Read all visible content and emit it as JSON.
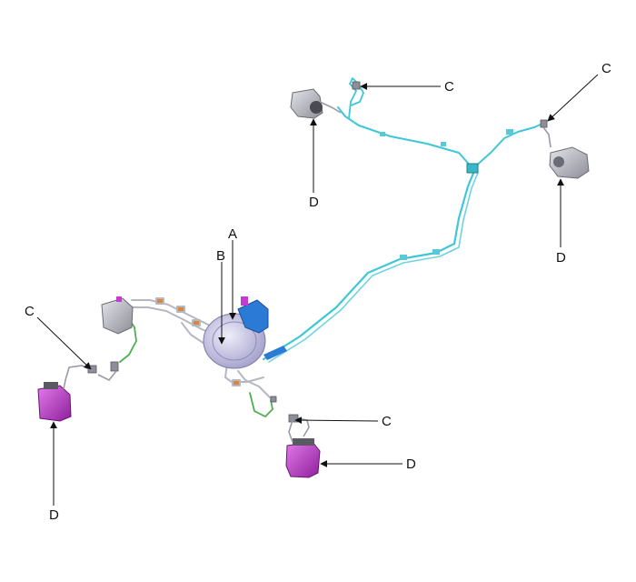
{
  "labels": {
    "A": "A",
    "B": "B",
    "C": "C",
    "D": "D"
  },
  "colors": {
    "brake_line_rear": "#3ec7d6",
    "brake_line_front": "#7fd6e0",
    "flex_hose": "#4caf50",
    "caliper_highlight": "#c43ad4",
    "caliper_gray": "#b9b9c2",
    "booster": "#c9c6e6",
    "master_cylinder_bracket": "#2b7bd6",
    "fitting_orange": "#d9873b",
    "leader": "#111111"
  },
  "icons": {
    "arrowhead": "triangle-arrow",
    "caliper": "brake-caliper",
    "booster": "brake-booster"
  }
}
